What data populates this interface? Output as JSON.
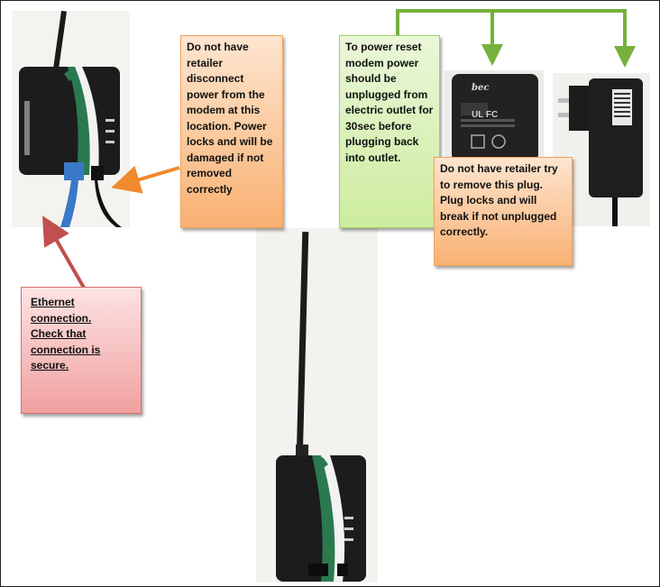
{
  "callouts": {
    "retailer_power": "Do not have retailer disconnect power from the modem at this location. Power locks and will be damaged if not removed correctly",
    "power_reset": "To power reset modem power should be unplugged from electric outlet for 30sec before plugging back into outlet.",
    "plug_lock": "Do not have retailer try to remove this plug. Plug locks and will break if not unplugged correctly.",
    "ethernet_line1": "Ethernet connection.",
    "ethernet_line2": "Check that connection is secure."
  },
  "adapter_label": {
    "brand": "bec",
    "marks": "UL  FC"
  },
  "colors": {
    "arrow_orange": "#f08a2c",
    "arrow_red": "#c0504d",
    "arrow_green": "#77b03c"
  }
}
